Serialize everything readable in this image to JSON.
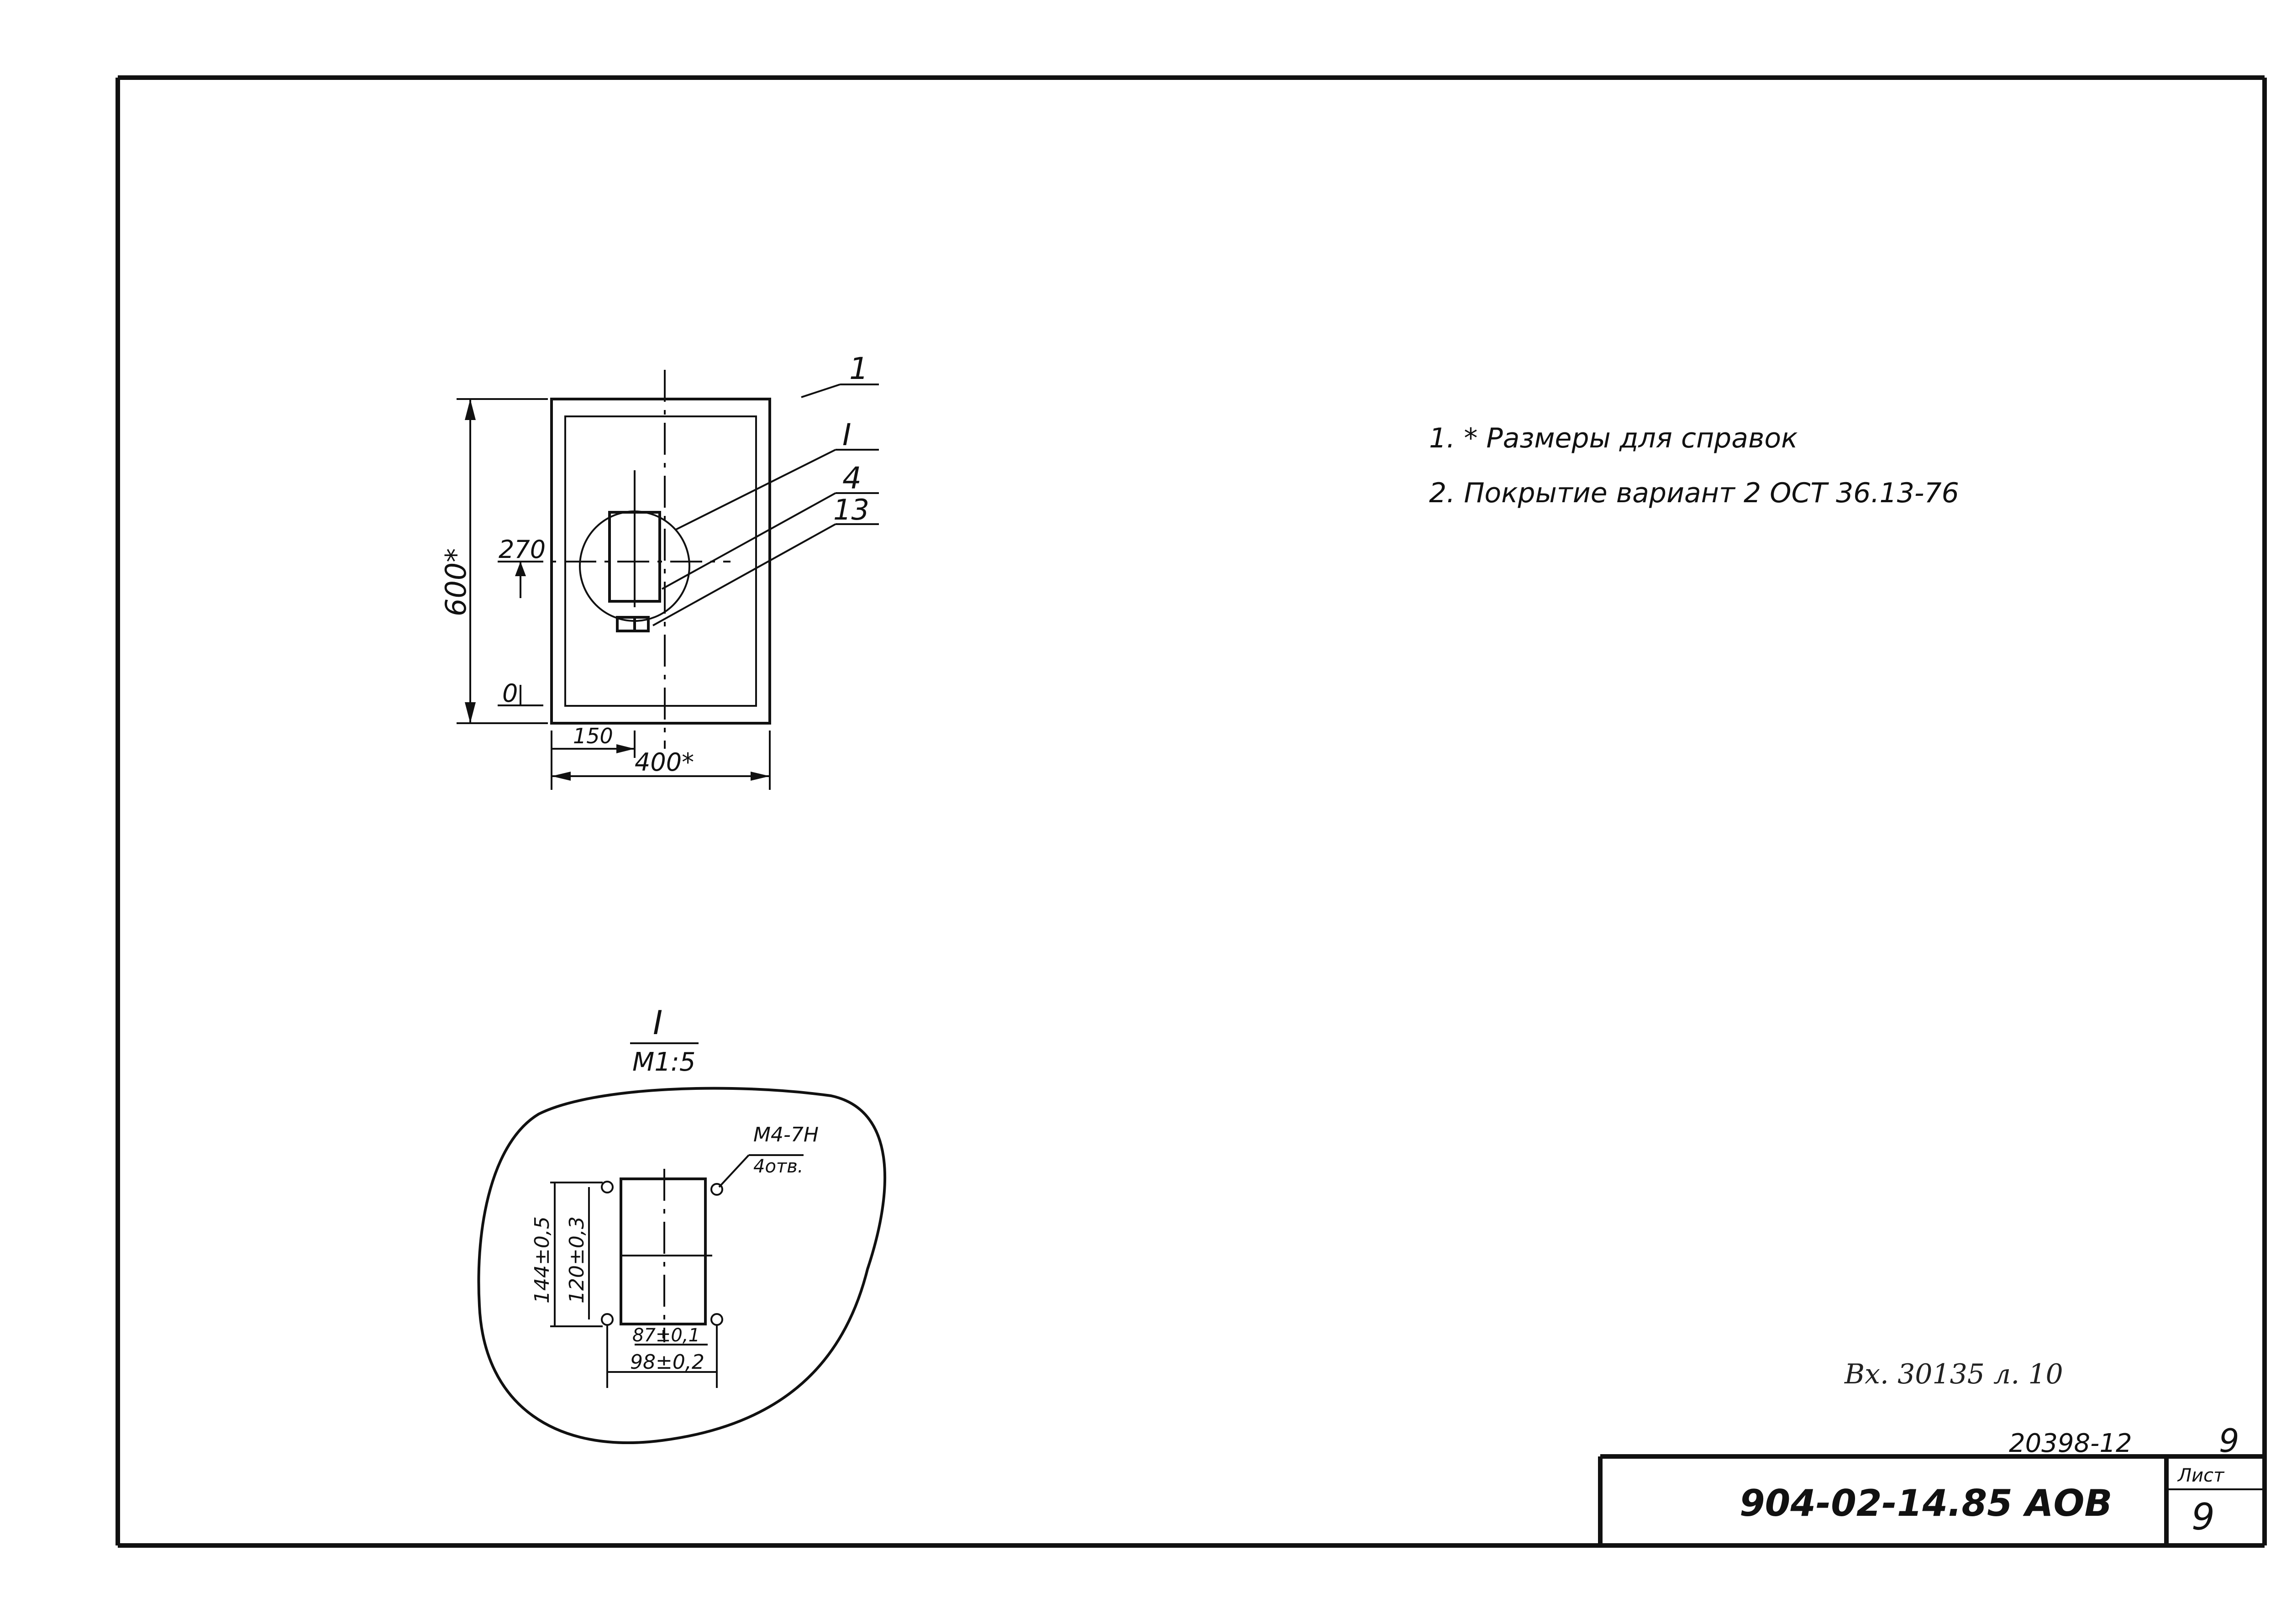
{
  "notes": {
    "note1": "1. * Размеры для справок",
    "note2": "2. Покрытие вариант 2 ОСТ 36.13-76"
  },
  "main_view": {
    "leader_1": "1",
    "leader_I": "I",
    "leader_4": "4",
    "leader_13": "13",
    "dim_height": "600*",
    "dim_width": "400*",
    "dim_offset": "150",
    "level_270": "270",
    "level_0": "0"
  },
  "detail_view": {
    "title": "I",
    "scale": "М1:5",
    "thread_label": "М4-7Н",
    "holes_label": "4отв.",
    "dim_144": "144±0,5",
    "dim_120": "120±0,3",
    "dim_87": "87±0,1",
    "dim_98": "98±0,2"
  },
  "stamp": {
    "handwritten": "Вх. 30135 л. 10",
    "inventory": "20398-12",
    "sheet_top": "9",
    "document_code": "904-02-14.85 АОВ",
    "sheet_label": "Лист",
    "sheet_number": "9"
  }
}
